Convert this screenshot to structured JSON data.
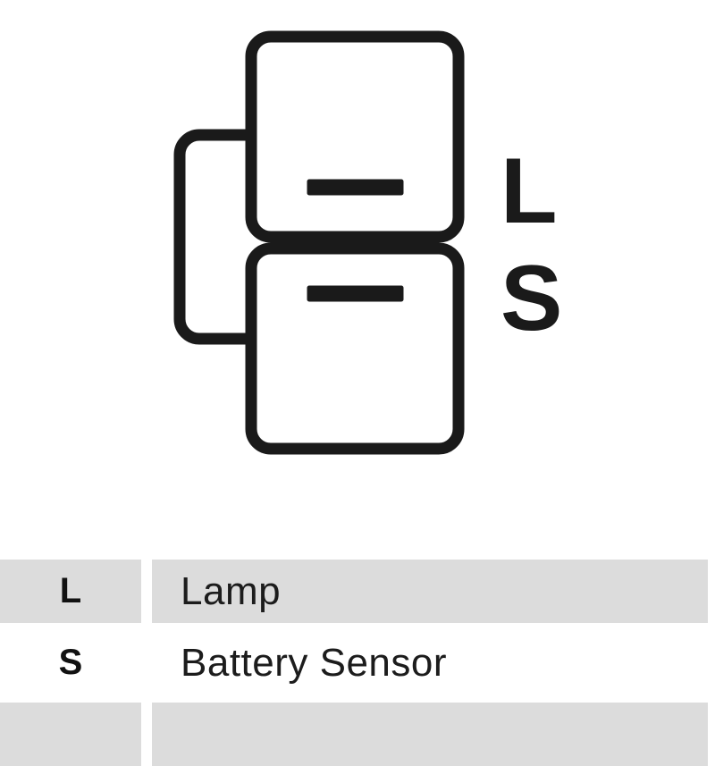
{
  "diagram": {
    "name": "alternator-connector-pinout",
    "stroke_color": "#1a1a1a",
    "fill_color": "#ffffff",
    "pin_labels": [
      {
        "id": "L",
        "text": "L"
      },
      {
        "id": "S",
        "text": "S"
      }
    ],
    "terminals": [
      {
        "id": "L",
        "slot": "blade-slot-top"
      },
      {
        "id": "S",
        "slot": "blade-slot-bottom"
      }
    ]
  },
  "legend": {
    "name": "pin-legend-table",
    "row_shaded_color": "#dcdcdc",
    "row_plain_color": "#ffffff",
    "rows": [
      {
        "code": "L",
        "description": "Lamp"
      },
      {
        "code": "S",
        "description": "Battery Sensor"
      },
      {
        "code": "",
        "description": ""
      }
    ]
  }
}
